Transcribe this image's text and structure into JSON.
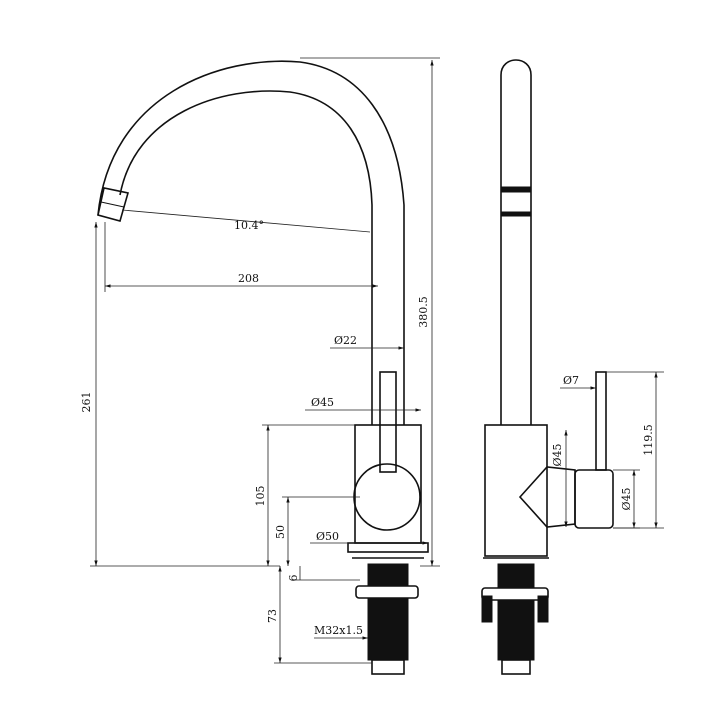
{
  "drawing": {
    "dimensions": {
      "angle": "10.4°",
      "reach": "208",
      "height_spout": "261",
      "height_total": "380.5",
      "dia_spout": "Ø22",
      "dia_body_top": "Ø45",
      "height_lever_axis": "105",
      "height_body_base": "50",
      "dia_base": "Ø50",
      "base_gap": "6",
      "shank_length": "73",
      "thread": "M32x1.5",
      "dia_handle": "Ø7",
      "dia_body_side": "Ø45",
      "dia_handle_cyl": "Ø45",
      "handle_height": "119.5"
    }
  }
}
